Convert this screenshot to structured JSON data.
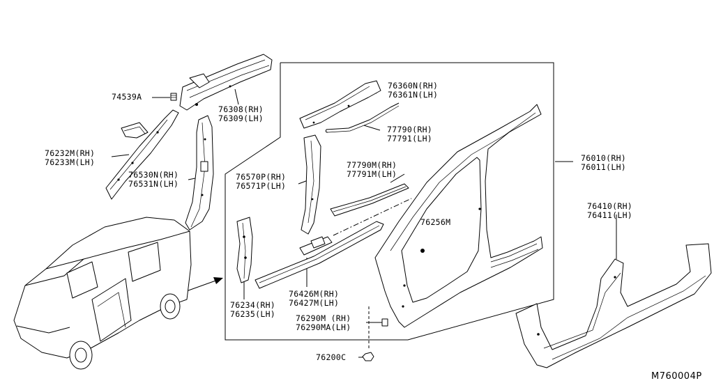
{
  "diagram": {
    "id_code": "M760004P",
    "labels": [
      {
        "name": "label-74539a",
        "lines": [
          "74539A"
        ]
      },
      {
        "name": "label-76308",
        "lines": [
          "76308(RH)",
          "76309(LH)"
        ]
      },
      {
        "name": "label-76232m",
        "lines": [
          "76232M(RH)",
          "76233M(LH)"
        ]
      },
      {
        "name": "label-76530n",
        "lines": [
          "76530N(RH)",
          "76531N(LH)"
        ]
      },
      {
        "name": "label-76360n",
        "lines": [
          "76360N(RH)",
          "76361N(LH)"
        ]
      },
      {
        "name": "label-77790",
        "lines": [
          "77790(RH)",
          "77791(LH)"
        ]
      },
      {
        "name": "label-76570p",
        "lines": [
          "76570P(RH)",
          "76571P(LH)"
        ]
      },
      {
        "name": "label-77790m",
        "lines": [
          "77790M(RH)",
          "77791M(LH)"
        ]
      },
      {
        "name": "label-76010",
        "lines": [
          "76010(RH)",
          "76011(LH)"
        ]
      },
      {
        "name": "label-76256m",
        "lines": [
          "76256M"
        ]
      },
      {
        "name": "label-76410",
        "lines": [
          "76410(RH)",
          "76411(LH)"
        ]
      },
      {
        "name": "label-76426m",
        "lines": [
          "76426M(RH)",
          "76427M(LH)"
        ]
      },
      {
        "name": "label-76234",
        "lines": [
          "76234(RH)",
          "76235(LH)"
        ]
      },
      {
        "name": "label-76290m",
        "lines": [
          "76290M (RH)",
          "76290MA(LH)"
        ]
      },
      {
        "name": "label-76200c",
        "lines": [
          "76200C"
        ]
      }
    ]
  }
}
